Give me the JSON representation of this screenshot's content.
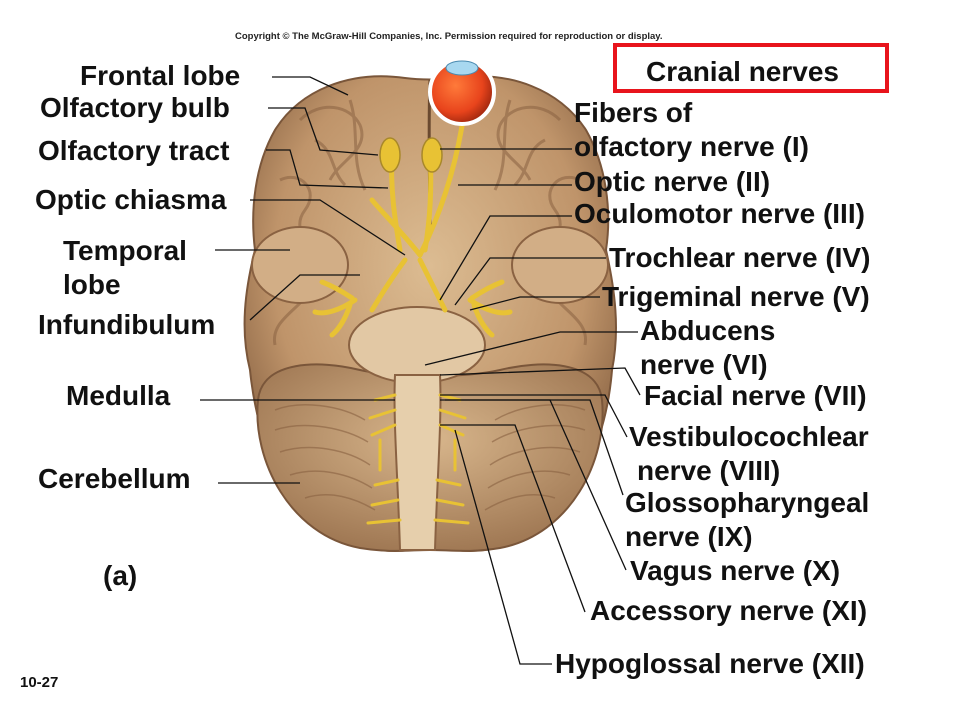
{
  "header": {
    "copyright": "Copyright © The McGraw-Hill Companies, Inc. Permission required for reproduction or display.",
    "title": "Cranial nerves"
  },
  "labels_left": [
    {
      "id": "frontal-lobe",
      "text": "Frontal lobe"
    },
    {
      "id": "olfactory-bulb",
      "text": "Olfactory bulb"
    },
    {
      "id": "olfactory-tract",
      "text": "Olfactory tract"
    },
    {
      "id": "optic-chiasma",
      "text": "Optic chiasma"
    },
    {
      "id": "temporal-lobe",
      "line1": "Temporal",
      "line2": "lobe"
    },
    {
      "id": "infundibulum",
      "text": "Infundibulum"
    },
    {
      "id": "medulla",
      "text": "Medulla"
    },
    {
      "id": "cerebellum",
      "text": "Cerebellum"
    }
  ],
  "labels_right": [
    {
      "id": "fibers-olfactory",
      "line1": "Fibers of",
      "line2": "olfactory nerve (I)"
    },
    {
      "id": "optic-nerve",
      "text": "Optic nerve (II)"
    },
    {
      "id": "oculomotor",
      "text": "Oculomotor nerve (III)"
    },
    {
      "id": "trochlear",
      "text": "Trochlear nerve (IV)"
    },
    {
      "id": "trigeminal",
      "text": "Trigeminal nerve (V)"
    },
    {
      "id": "abducens",
      "line1": "Abducens",
      "line2": "nerve (VI)"
    },
    {
      "id": "facial",
      "text": "Facial nerve (VII)"
    },
    {
      "id": "vestibulocochlear",
      "line1": "Vestibulocochlear",
      "line2": "nerve (VIII)"
    },
    {
      "id": "glossopharyngeal",
      "line1": "Glossopharyngeal",
      "line2": "nerve (IX)"
    },
    {
      "id": "vagus",
      "text": "Vagus nerve (X)"
    },
    {
      "id": "accessory",
      "text": "Accessory nerve (XI)"
    },
    {
      "id": "hypoglossal",
      "text": "Hypoglossal nerve (XII)"
    }
  ],
  "figure_label": "(a)",
  "page_number": "10-27",
  "colors": {
    "highlight_box": "#e8141c",
    "brain": "#c9a27a",
    "nerve": "#e8c234",
    "eye": "#e8441c"
  }
}
